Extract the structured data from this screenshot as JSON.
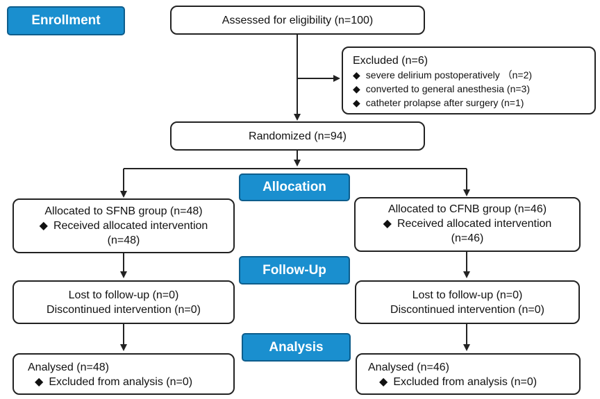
{
  "stages": {
    "enrollment": "Enrollment",
    "allocation": "Allocation",
    "followup": "Follow-Up",
    "analysis": "Analysis"
  },
  "assessed": "Assessed for eligibility (n=100)",
  "excluded": {
    "title": "Excluded (n=6)",
    "bullet": "◆",
    "items": [
      "severe delirium postoperatively （n=2)",
      "converted to general anesthesia  (n=3)",
      "catheter prolapse after surgery (n=1)"
    ]
  },
  "randomized": "Randomized (n=94)",
  "left": {
    "allocated": "Allocated to SFNB group (n=48)",
    "received": "Received allocated intervention",
    "received_n": "(n=48)",
    "lost": "Lost to follow-up (n=0)",
    "discontinued": "Discontinued intervention (n=0)",
    "analysed": "Analysed (n=48)",
    "excluded_analysis": "Excluded from analysis (n=0)"
  },
  "right": {
    "allocated": "Allocated to CFNB group (n=46)",
    "received": "Received allocated intervention",
    "received_n": "(n=46)",
    "lost": "Lost to follow-up (n=0)",
    "discontinued": "Discontinued intervention (n=0)",
    "analysed": "Analysed (n=46)",
    "excluded_analysis": "Excluded from analysis (n=0)"
  },
  "colors": {
    "stage_fill": "#1a8fcf",
    "stage_border": "#0d5d8c",
    "line": "#222222"
  }
}
